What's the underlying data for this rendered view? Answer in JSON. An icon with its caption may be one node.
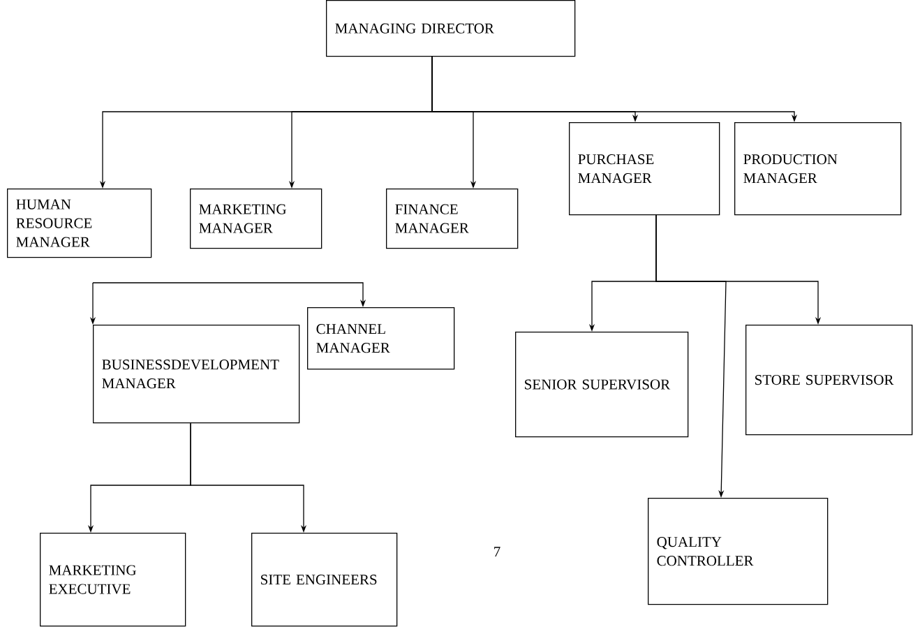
{
  "diagram": {
    "nodes": [
      {
        "text": [
          "MANAGING DIRECTOR"
        ]
      },
      {
        "text": [
          "HUMAN RESOURCE MANAGER"
        ]
      },
      {
        "text": [
          "MARKETING MANAGER"
        ]
      },
      {
        "text": [
          "FINANCE MANAGER"
        ]
      },
      {
        "text": [
          "PURCHASE MANAGER"
        ]
      },
      {
        "text": [
          "PRODUCTION MANAGER"
        ]
      },
      {
        "text": [
          "BUSINESSDEVELOPMENT MANAGER"
        ]
      },
      {
        "text": [
          "CHANNEL MANAGER"
        ]
      },
      {
        "text": [
          "SENIOR SUPERVISOR"
        ]
      },
      {
        "text": [
          "STORE SUPERVISOR"
        ]
      },
      {
        "text": [
          "QUALITY CONTROLLER"
        ]
      },
      {
        "text": [
          "MARKETING EXECUTIVE"
        ]
      },
      {
        "text": [
          "SITE ENGINEERS"
        ]
      }
    ],
    "edges": [
      {
        "from": 0,
        "to": 1,
        "arrow": "to"
      },
      {
        "from": 0,
        "to": 2,
        "arrow": "to"
      },
      {
        "from": 0,
        "to": 3,
        "arrow": "to"
      },
      {
        "from": 0,
        "to": 4,
        "arrow": "to"
      },
      {
        "from": 0,
        "to": 5,
        "arrow": "to"
      },
      {
        "from": null,
        "to": 6,
        "arrow": "to"
      },
      {
        "from": null,
        "to": 7,
        "arrow": "to"
      },
      {
        "from": 6,
        "to": 11,
        "arrow": "to"
      },
      {
        "from": 6,
        "to": 12,
        "arrow": "to"
      },
      {
        "from": 4,
        "to": 8,
        "arrow": "to"
      },
      {
        "from": 4,
        "to": 10,
        "arrow": "to"
      },
      {
        "from": 4,
        "to": 9,
        "arrow": "to"
      }
    ],
    "labels": [
      "7"
    ]
  }
}
